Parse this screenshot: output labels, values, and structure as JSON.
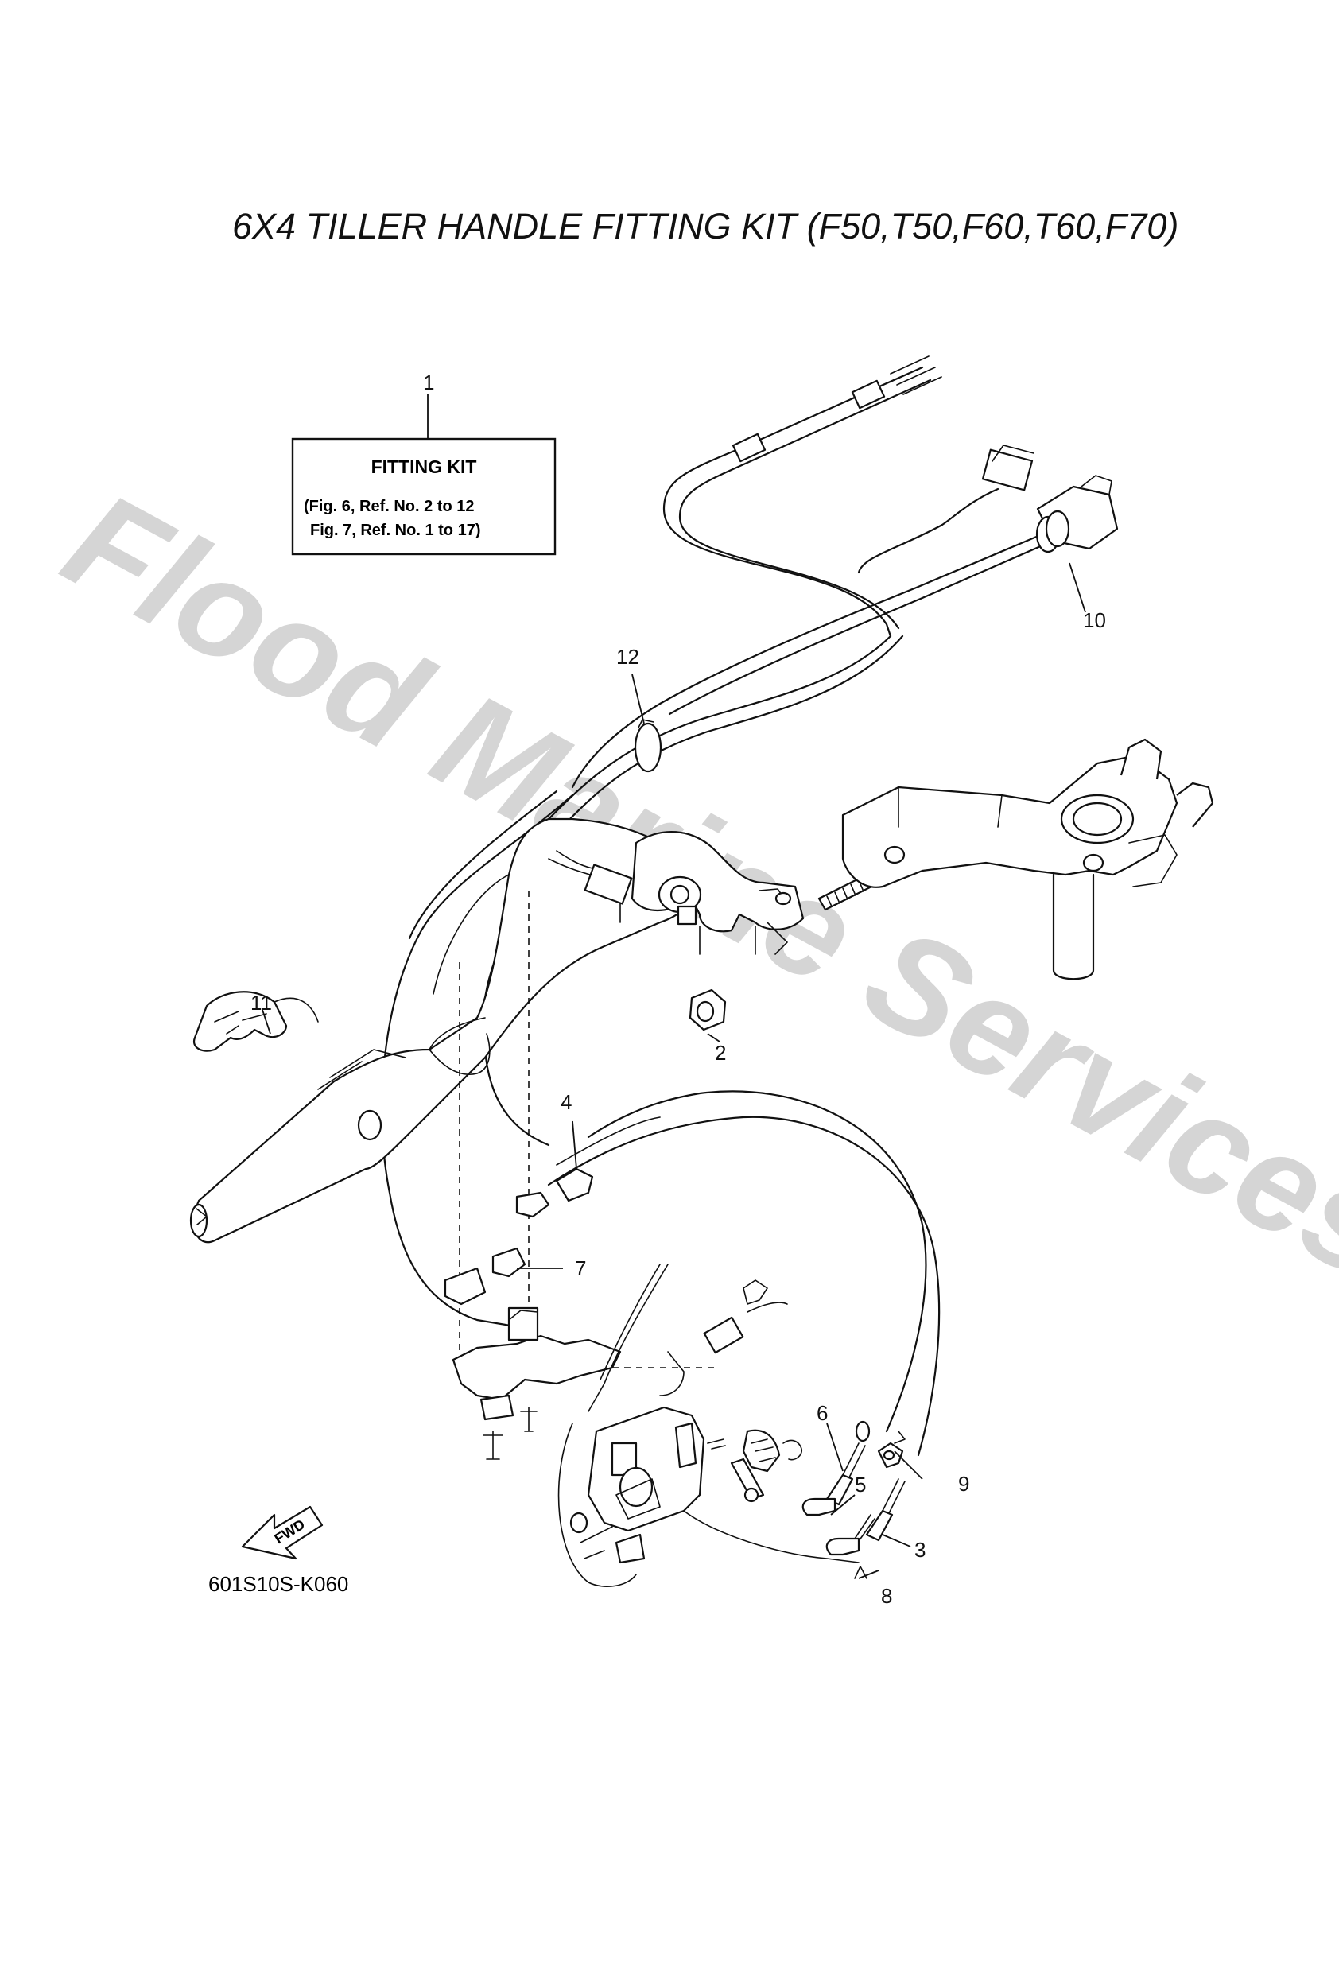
{
  "title": "6X4 TILLER HANDLE FITTING KIT  (F50,T50,F60,T60,F70)",
  "watermark": "Flood Marine Services",
  "kit_label": {
    "heading": "FITTING KIT",
    "line1": "(Fig. 6, Ref. No. 2 to 12",
    "line2": "Fig. 7, Ref. No. 1 to 17)"
  },
  "callouts": {
    "c1": "1",
    "c2": "2",
    "c3": "3",
    "c4": "4",
    "c5": "5",
    "c6": "6",
    "c7": "7",
    "c8": "8",
    "c9": "9",
    "c10": "10",
    "c11": "11",
    "c12": "12"
  },
  "fwd_label": "FWD",
  "diagram_code": "601S10S-K060",
  "colors": {
    "ink": "#111111",
    "watermark": "#c8c8c8",
    "background": "#ffffff"
  }
}
